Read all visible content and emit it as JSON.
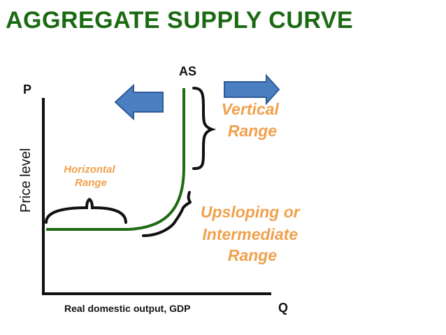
{
  "title": "AGGREGATE SUPPLY CURVE",
  "diagram": {
    "curve_label": "AS",
    "y_axis_letter": "P",
    "x_axis_letter": "Q",
    "y_axis_label": "Price level",
    "x_axis_label": "Real domestic output, GDP",
    "ranges": {
      "horizontal": [
        "Horizontal",
        "Range"
      ],
      "intermediate": [
        "Upsloping or",
        "Intermediate",
        "Range"
      ],
      "vertical": [
        "Vertical",
        "Range"
      ]
    }
  },
  "colors": {
    "title": "#1a6a12",
    "curve": "#1f6a12",
    "range_text": "#f0a14d",
    "arrow_fill": "#4a7fc1",
    "arrow_stroke": "#2f5c95",
    "axis": "#111111"
  },
  "icons": {
    "left_arrow": "arrow-left-icon",
    "right_arrow": "arrow-right-icon"
  }
}
